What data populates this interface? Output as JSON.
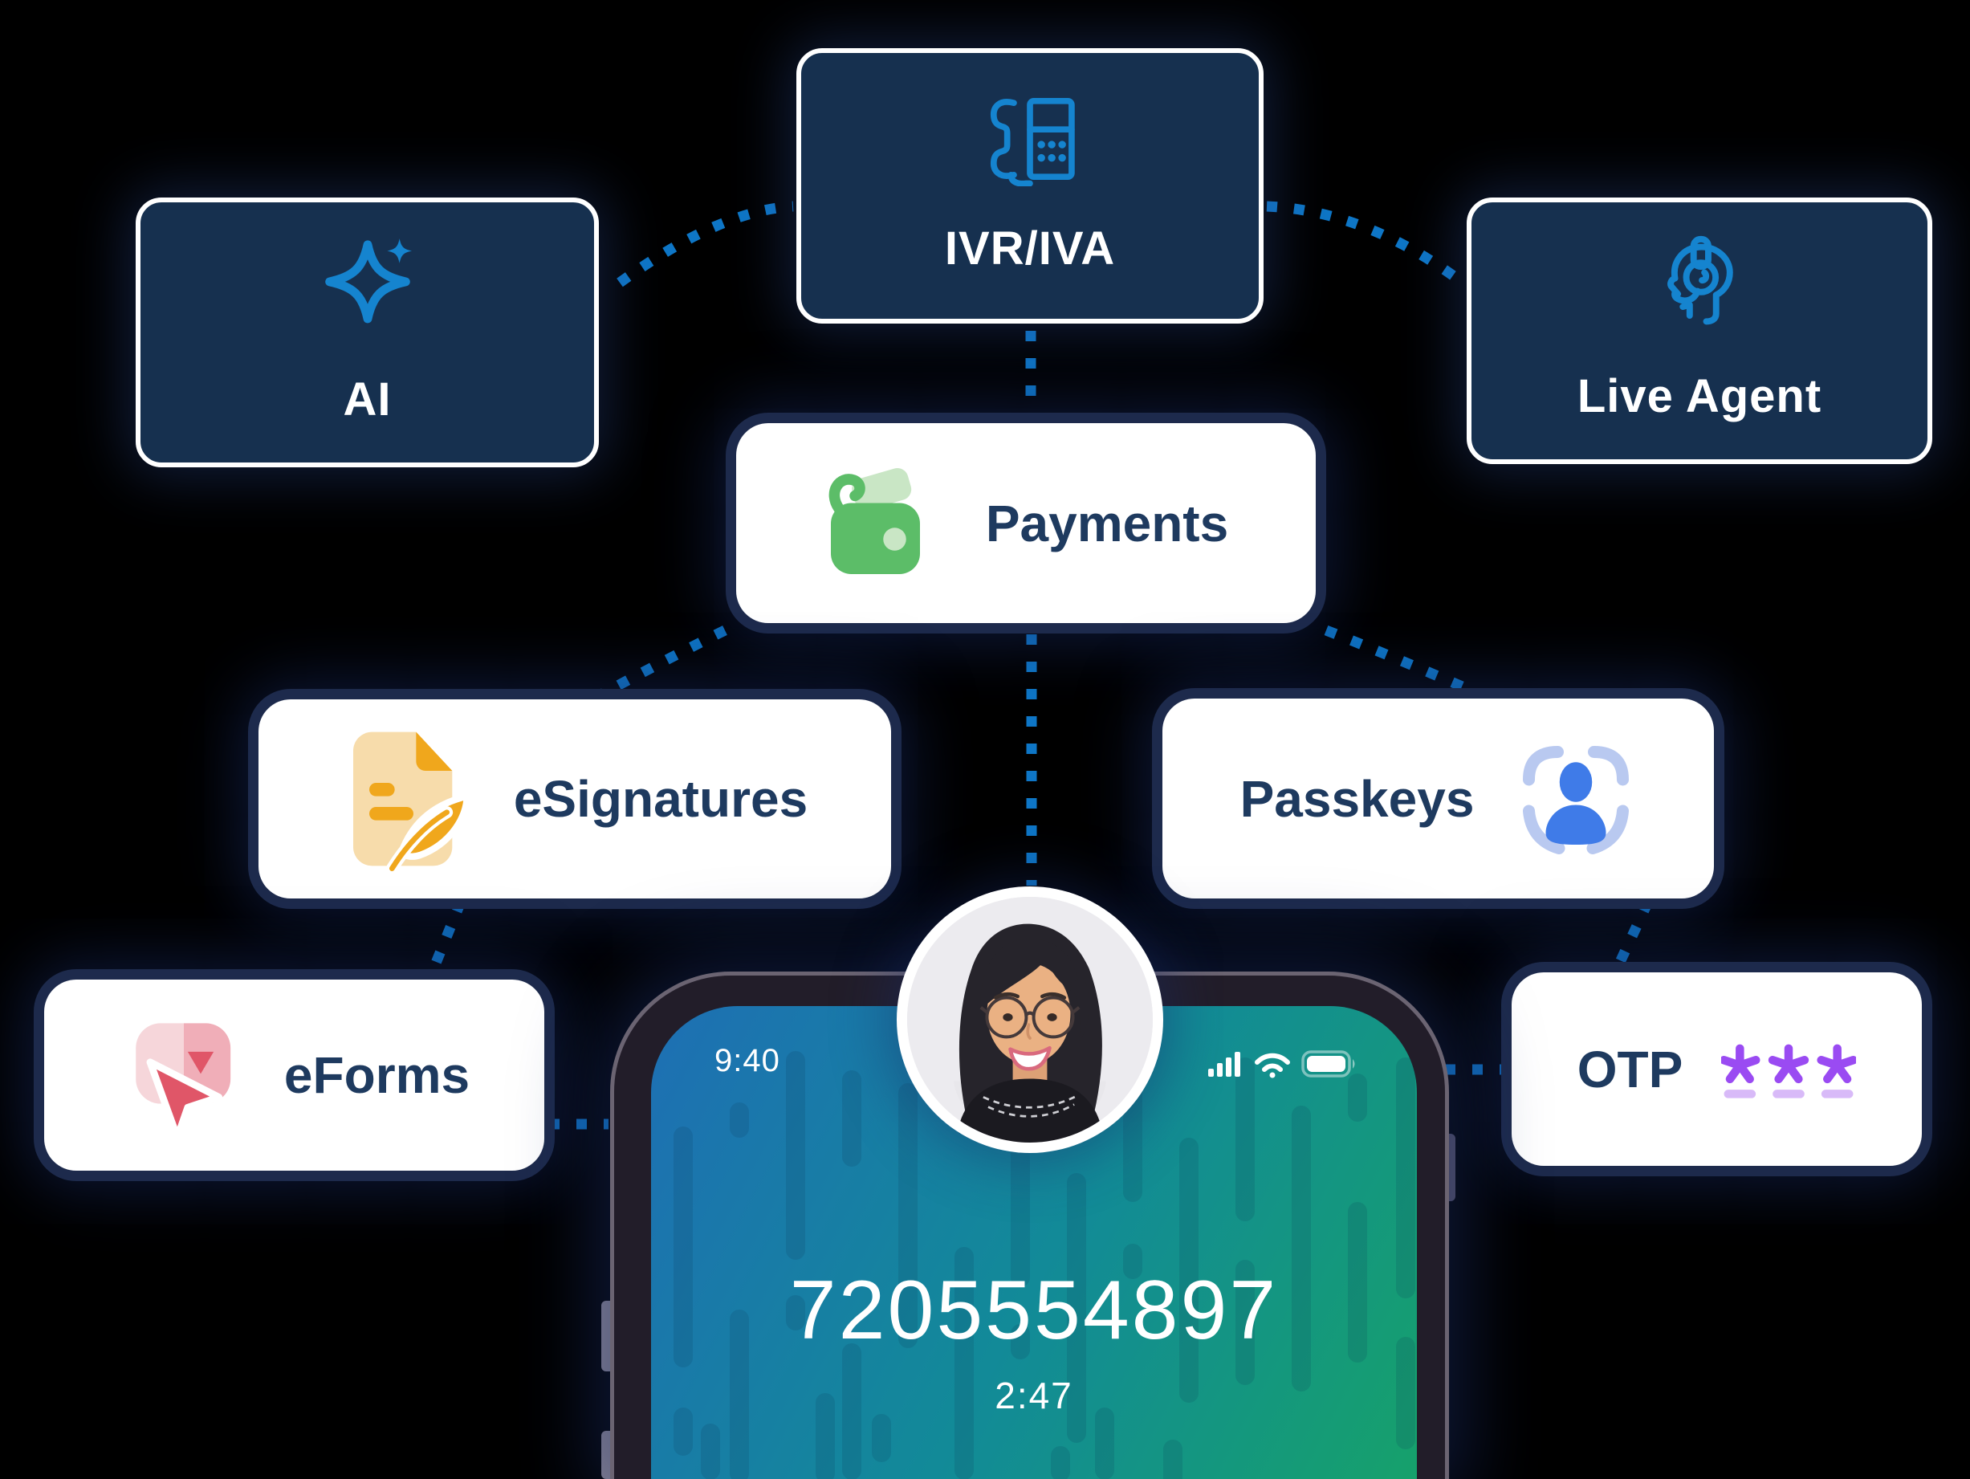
{
  "nodes": {
    "ai": {
      "label": "AI",
      "icon": "sparkle-icon"
    },
    "ivr": {
      "label": "IVR/IVA",
      "icon": "fax-phone-icon"
    },
    "live_agent": {
      "label": "Live Agent",
      "icon": "headset-agent-icon"
    },
    "payments": {
      "label": "Payments",
      "icon": "wallet-icon"
    },
    "esignatures": {
      "label": "eSignatures",
      "icon": "document-quill-icon"
    },
    "passkeys": {
      "label": "Passkeys",
      "icon": "face-scan-user-icon"
    },
    "eforms": {
      "label": "eForms",
      "icon": "form-cursor-icon"
    },
    "otp": {
      "label": "OTP",
      "icon": "asterisks-icon"
    }
  },
  "phone": {
    "status_time": "9:40",
    "caller_number": "7205554897",
    "call_duration": "2:47"
  },
  "colors": {
    "connector_blue": "#0e76c6",
    "navy_box_fill": "#16304f",
    "navy_text": "#1e3a5f",
    "icon_stroke_blue": "#1584cf",
    "wallet_green": "#5cbd68",
    "wallet_green_light": "#c9e6c5",
    "amber": "#f0a71c",
    "amber_light": "#f7dcab",
    "pink": "#e05668",
    "pink_light": "#f6d6da",
    "passkey_person_blue": "#3f7be8",
    "passkey_frame_blue": "#b9c9f0",
    "otp_purple": "#9a4bf2",
    "otp_purple_light": "#d8baf8",
    "screen_gradient_start": "#1e6fb4",
    "screen_gradient_end": "#16a16b"
  }
}
